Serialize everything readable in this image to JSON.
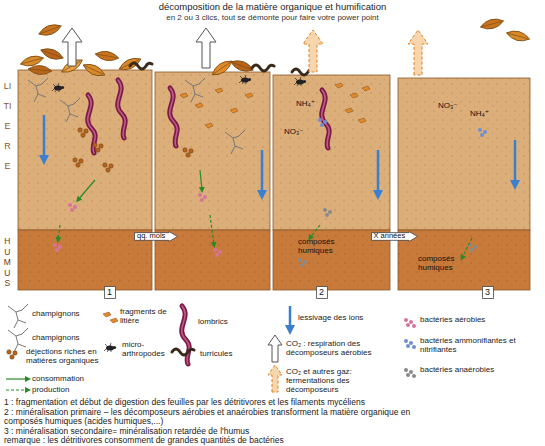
{
  "diagram": {
    "title": "décomposition de la matière organique et humification",
    "nodes": [
      {
        "text": [
          "1"
        ]
      },
      {
        "text": [
          "qq. mois"
        ]
      },
      {
        "text": [
          "2"
        ]
      },
      {
        "text": [
          "X années"
        ]
      },
      {
        "text": [
          "3"
        ]
      }
    ],
    "labels": [
      "en 2 ou 3 clics, tout se démonte pour faire votre power point",
      "LITIERE",
      "HUMUS",
      "NH₄⁺",
      "NO₃⁻",
      "composés humiques",
      "NO₃⁻",
      "NH₄⁺",
      "composés humiques",
      "1 : fragmentation et début de digestion des feuilles par  les détritivores et les filaments mycéliens",
      "2 :  minéralisation primaire – les décomposeurs aérobies et anaérobies transforment la matière organique en composés humiques (acides humiques,...)",
      "3 : minéralisation secondaire= minéralisation retardée de l'humus",
      "remarque : les détritivores consomment de grandes quantités de bactéries"
    ],
    "legend": [
      {
        "text": "champignons"
      },
      {
        "text": "fragments de litière"
      },
      {
        "text": "lombrics"
      },
      {
        "text": "lessivage des ions"
      },
      {
        "text": "bactéries aérobies",
        "color": "#d9739b"
      },
      {
        "text": "champignons"
      },
      {
        "text": "déjections riches en matières organiques"
      },
      {
        "text": "micro-arthropodes"
      },
      {
        "text": "turricules"
      },
      {
        "text": "CO₂ : respiration des décomposeurs aérobies"
      },
      {
        "text": "bactéries ammonifiantes et nitrifiantes",
        "color": "#6f8fcf"
      },
      {
        "text": "consommation"
      },
      {
        "text": "production"
      },
      {
        "text": "CO₂ et autres gaz: fermentations des décomposeurs"
      },
      {
        "text": "bactéries anaérobies",
        "color": "#8a8a8a"
      }
    ]
  }
}
